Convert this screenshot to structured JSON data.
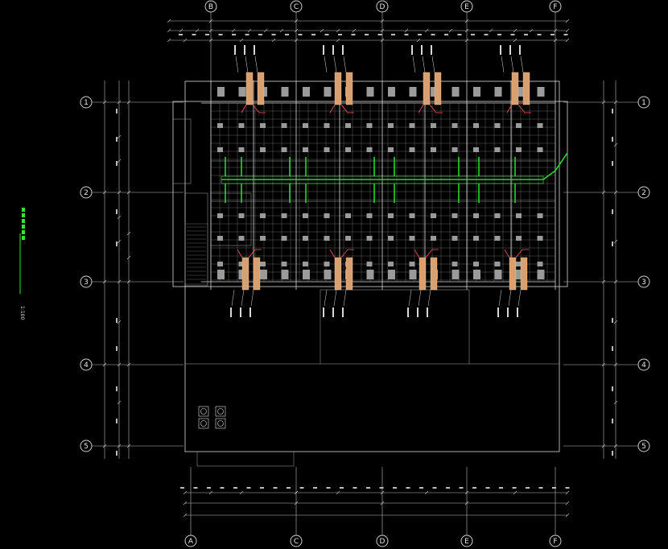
{
  "drawing": {
    "title": "",
    "scale": "1:100"
  },
  "axes": {
    "top": [
      "B",
      "C",
      "D",
      "E",
      "F"
    ],
    "bottom": [
      "A",
      "C",
      "D",
      "E",
      "F"
    ],
    "left": [
      "1",
      "2",
      "3",
      "4",
      "5"
    ],
    "right": [
      "1",
      "2",
      "3",
      "4",
      "5"
    ]
  },
  "colors": {
    "background": "#000000",
    "walls": "#d9d9d9",
    "ceiling_grid": "#8a8a8a",
    "supply_duct": "#27d827",
    "risers": "#ff5555"
  }
}
